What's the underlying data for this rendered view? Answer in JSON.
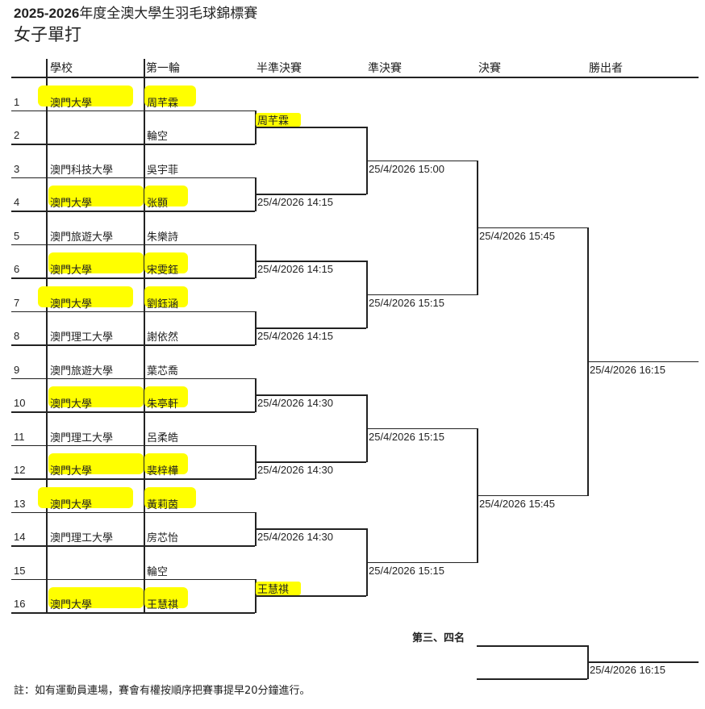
{
  "title": {
    "year": "2025-2026",
    "name": "年度全澳大學生羽毛球錦標賽"
  },
  "subtitle": "女子單打",
  "headers": {
    "school": "學校",
    "round1": "第一輪",
    "semi_quarter": "半準決賽",
    "semi": "準決賽",
    "final": "決賽",
    "winner": "勝出者"
  },
  "highlight_color": "#ffff00",
  "entries": [
    {
      "no": "1",
      "school": "澳門大學",
      "player": "周芊霖",
      "highlight": true
    },
    {
      "no": "2",
      "school": "",
      "player": "輪空",
      "highlight": false
    },
    {
      "no": "3",
      "school": "澳門科技大學",
      "player": "吳宇菲",
      "highlight": false
    },
    {
      "no": "4",
      "school": "澳門大學",
      "player": "张顥",
      "highlight": true
    },
    {
      "no": "5",
      "school": "澳門旅遊大學",
      "player": "朱樂詩",
      "highlight": false
    },
    {
      "no": "6",
      "school": "澳門大學",
      "player": "宋雯鈺",
      "highlight": true
    },
    {
      "no": "7",
      "school": "澳門大學",
      "player": "劉鈺涵",
      "highlight": true
    },
    {
      "no": "8",
      "school": "澳門理工大學",
      "player": "謝依然",
      "highlight": false
    },
    {
      "no": "9",
      "school": "澳門旅遊大學",
      "player": "葉芯喬",
      "highlight": false
    },
    {
      "no": "10",
      "school": "澳門大學",
      "player": "朱亭軒",
      "highlight": true
    },
    {
      "no": "11",
      "school": "澳門理工大學",
      "player": "呂柔皓",
      "highlight": false
    },
    {
      "no": "12",
      "school": "澳門大學",
      "player": "裴梓樺",
      "highlight": true
    },
    {
      "no": "13",
      "school": "澳門大學",
      "player": "黃莉茵",
      "highlight": true
    },
    {
      "no": "14",
      "school": "澳門理工大學",
      "player": "房芯怡",
      "highlight": false
    },
    {
      "no": "15",
      "school": "",
      "player": "輪空",
      "highlight": false
    },
    {
      "no": "16",
      "school": "澳門大學",
      "player": "王慧祺",
      "highlight": true
    }
  ],
  "round2": [
    {
      "text": "周芊霖",
      "above": true,
      "highlight": true
    },
    {
      "text": "25/4/2026 14:15"
    },
    {
      "text": "25/4/2026 14:15"
    },
    {
      "text": "25/4/2026 14:15"
    },
    {
      "text": "25/4/2026 14:30"
    },
    {
      "text": "25/4/2026 14:30"
    },
    {
      "text": "25/4/2026 14:30"
    },
    {
      "text": "王慧祺",
      "above": true,
      "highlight": true
    }
  ],
  "round3": [
    {
      "text": "25/4/2026 15:00"
    },
    {
      "text": "25/4/2026 15:15"
    },
    {
      "text": "25/4/2026 15:15"
    },
    {
      "text": "25/4/2026 15:15"
    }
  ],
  "round4": [
    {
      "text": "25/4/2026 15:45"
    },
    {
      "text": "25/4/2026 15:45"
    }
  ],
  "winner": {
    "text": "25/4/2026 16:15"
  },
  "third_place": {
    "label": "第三、四名",
    "time": "25/4/2026 16:15"
  },
  "note": "註：如有運動員連場，賽會有權按順序把賽事提早20分鐘進行。"
}
